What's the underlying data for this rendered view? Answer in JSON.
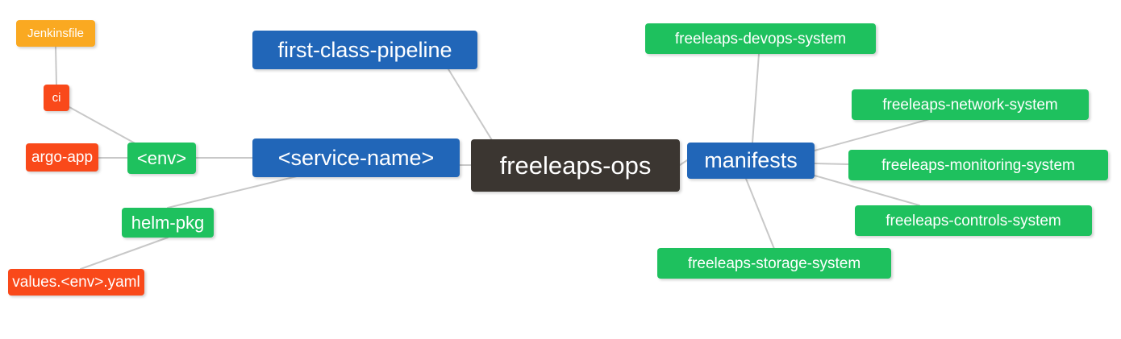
{
  "diagram": {
    "type": "mindmap",
    "title": "freeleaps-ops",
    "background": "#ffffff",
    "edge_color": "#c8c8c8",
    "palette": {
      "root_dark": "#3b3631",
      "blue": "#2166b8",
      "green": "#1ec15e",
      "orange": "#faa921",
      "red": "#f9491a"
    }
  },
  "nodes": {
    "root": {
      "label": "freeleaps-ops",
      "color": "#3b3631"
    },
    "first_class_pipeline": {
      "label": "first-class-pipeline",
      "color": "#2166b8"
    },
    "service_name": {
      "label": "<service-name>",
      "color": "#2166b8"
    },
    "env": {
      "label": "<env>",
      "color": "#1ec15e"
    },
    "ci": {
      "label": "ci",
      "color": "#f9491a"
    },
    "jenkinsfile": {
      "label": "Jenkinsfile",
      "color": "#faa921"
    },
    "argo_app": {
      "label": "argo-app",
      "color": "#f9491a"
    },
    "helm_pkg": {
      "label": "helm-pkg",
      "color": "#1ec15e"
    },
    "values_yaml": {
      "label": "values.<env>.yaml",
      "color": "#f9491a"
    },
    "manifests": {
      "label": "manifests",
      "color": "#2166b8"
    },
    "devops_system": {
      "label": "freeleaps-devops-system",
      "color": "#1ec15e"
    },
    "network_system": {
      "label": "freeleaps-network-system",
      "color": "#1ec15e"
    },
    "monitoring_system": {
      "label": "freeleaps-monitoring-system",
      "color": "#1ec15e"
    },
    "controls_system": {
      "label": "freeleaps-controls-system",
      "color": "#1ec15e"
    },
    "storage_system": {
      "label": "freeleaps-storage-system",
      "color": "#1ec15e"
    }
  },
  "edges": [
    {
      "from": "root",
      "to": "service_name"
    },
    {
      "from": "root",
      "to": "first_class_pipeline"
    },
    {
      "from": "root",
      "to": "manifests"
    },
    {
      "from": "service_name",
      "to": "env"
    },
    {
      "from": "service_name",
      "to": "helm_pkg"
    },
    {
      "from": "env",
      "to": "ci"
    },
    {
      "from": "env",
      "to": "argo_app"
    },
    {
      "from": "ci",
      "to": "jenkinsfile"
    },
    {
      "from": "helm_pkg",
      "to": "values_yaml"
    },
    {
      "from": "manifests",
      "to": "devops_system"
    },
    {
      "from": "manifests",
      "to": "network_system"
    },
    {
      "from": "manifests",
      "to": "monitoring_system"
    },
    {
      "from": "manifests",
      "to": "controls_system"
    },
    {
      "from": "manifests",
      "to": "storage_system"
    }
  ]
}
